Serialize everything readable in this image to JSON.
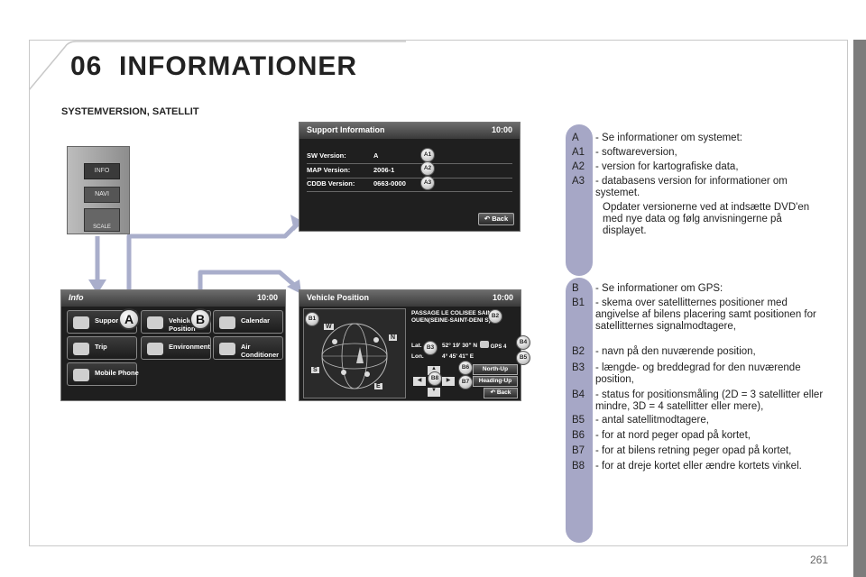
{
  "header": {
    "chapter_number": "06",
    "chapter_title": "INFORMATIONER"
  },
  "section_title": "SYSTEMVERSION, SATELLIT",
  "page_number": "261",
  "panel_buttons": [
    "INFO",
    "NAVI",
    "SCALE"
  ],
  "support_screen": {
    "title": "Support Information",
    "clock": "10:00",
    "rows": [
      {
        "label": "SW Version:",
        "value": "A"
      },
      {
        "label": "MAP Version:",
        "value": "2006-1"
      },
      {
        "label": "CDDB Version:",
        "value": "0663-0000"
      }
    ],
    "back_label": "Back",
    "callouts": [
      "A1",
      "A2",
      "A3"
    ]
  },
  "info_screen": {
    "title": "Info",
    "clock": "10:00",
    "buttons": [
      "Support",
      "Vehicle Position",
      "Calendar",
      "Trip",
      "Environment",
      "Air Conditioner",
      "Mobile Phone"
    ]
  },
  "vehicle_screen": {
    "title": "Vehicle Position",
    "clock": "10:00",
    "place_name": "PASSAGE LE COLISEE SAINT-OUEN(SEINE-SAINT-DENI S)",
    "lat_label": "Lat.",
    "lat_value": "52° 19' 30\" N",
    "lon_label": "Lon.",
    "lon_value": "4° 45' 41\" E",
    "gps_label": "GPS",
    "gps_count": "4",
    "north_up": "North-Up",
    "heading_up": "Heading-Up",
    "back_label": "Back",
    "compass": [
      "W",
      "N",
      "S",
      "E"
    ],
    "callouts": [
      "B1",
      "B2",
      "B3",
      "B4",
      "B5",
      "B6",
      "B7",
      "B8"
    ]
  },
  "big_callouts": [
    "A",
    "B"
  ],
  "list_a": [
    {
      "key": "A",
      "text": "- Se informationer om systemet:"
    },
    {
      "key": "A1",
      "text": "- softwareversion,"
    },
    {
      "key": "A2",
      "text": "- version for kartografiske data,"
    },
    {
      "key": "A3",
      "text": "- databasens version for informationer om systemet."
    }
  ],
  "list_a_note": "Opdater versionerne ved at indsætte DVD'en med nye data og følg anvisningerne på displayet.",
  "list_b": [
    {
      "key": "B",
      "text": "- Se informationer om GPS:"
    },
    {
      "key": "B1",
      "text": "- skema over satellitternes positioner med angivelse af bilens placering samt positionen for satellitternes signalmodtagere,"
    },
    {
      "key": "B2",
      "text": "- navn på den nuværende position,"
    },
    {
      "key": "B3",
      "text": "- længde- og breddegrad for den nuværende position,"
    },
    {
      "key": "B4",
      "text": "- status for positionsmåling (2D = 3 satellitter eller mindre, 3D = 4 satellitter eller mere),"
    },
    {
      "key": "B5",
      "text": "- antal satellitmodtagere,"
    },
    {
      "key": "B6",
      "text": "- for at nord peger opad på kortet,"
    },
    {
      "key": "B7",
      "text": "- for at bilens retning peger opad på kortet,"
    },
    {
      "key": "B8",
      "text": "- for at dreje kortet eller ændre kortets vinkel."
    }
  ],
  "colors": {
    "pill": "#a6a7c6",
    "arrow": "#a9aecb",
    "side_bar": "#7c7c7c"
  }
}
